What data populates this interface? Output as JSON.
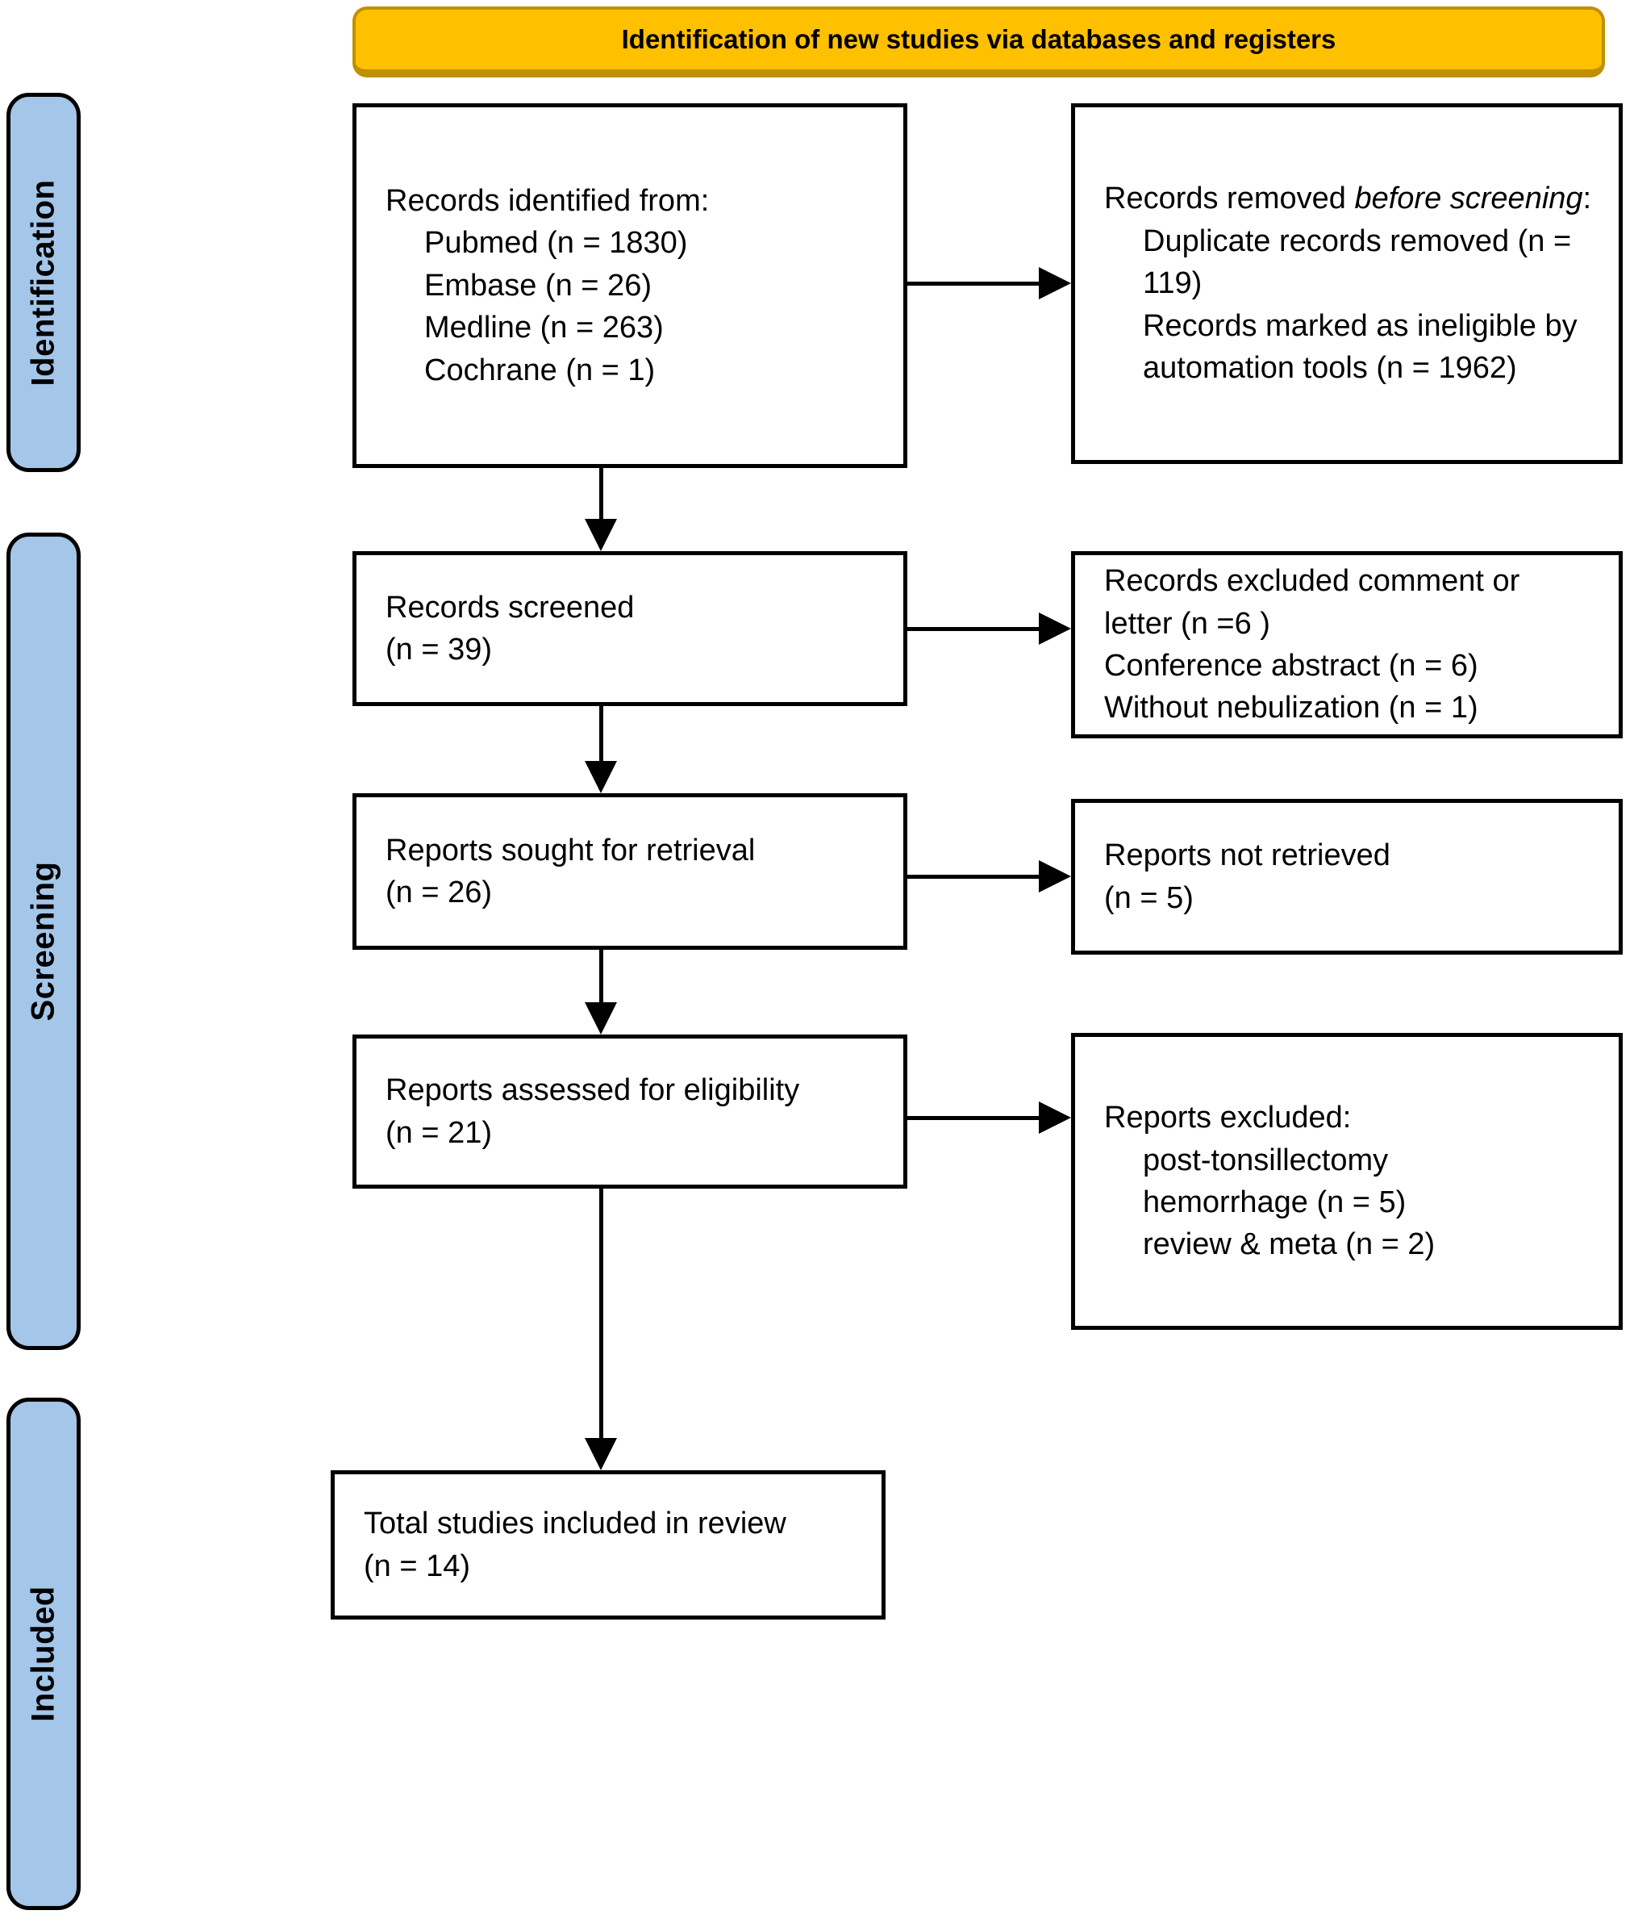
{
  "banner": {
    "title": "Identification of new studies via databases and registers"
  },
  "stages": {
    "identification": "Identification",
    "screening": "Screening",
    "included": "Included"
  },
  "boxes": {
    "identified": {
      "title": "Records identified from:",
      "items": [
        "Pubmed (n = 1830)",
        "Embase (n = 26)",
        "Medline (n = 263)",
        "Cochrane (n = 1)"
      ]
    },
    "removed": {
      "title_prefix": "Records removed ",
      "title_italic": "before screening",
      "title_suffix": ":",
      "items": [
        "Duplicate records removed (n = 119)",
        "Records marked as ineligible by automation tools (n = 1962)"
      ]
    },
    "screened": {
      "line1": "Records screened",
      "line2": "(n = 39)"
    },
    "excluded_screening": {
      "items": [
        "Records excluded comment or letter (n =6 )",
        "Conference abstract (n = 6)",
        "Without nebulization (n = 1)"
      ]
    },
    "sought": {
      "line1": "Reports sought for retrieval",
      "line2": "(n = 26)"
    },
    "not_retrieved": {
      "line1": "Reports not retrieved",
      "line2": "(n = 5)"
    },
    "assessed": {
      "line1": "Reports assessed for eligibility",
      "line2": "(n = 21)"
    },
    "excluded_eligibility": {
      "title": "Reports excluded:",
      "items": [
        "post-tonsillectomy",
        "hemorrhage (n = 5)",
        "review & meta (n = 2)"
      ]
    },
    "total": {
      "line1": "Total studies included in review",
      "line2": "(n = 14)"
    }
  },
  "colors": {
    "banner_fill": "#FFC000",
    "banner_border": "#BF9000",
    "stage_fill": "#A4C6E8",
    "box_border": "#000000",
    "text": "#000000"
  }
}
